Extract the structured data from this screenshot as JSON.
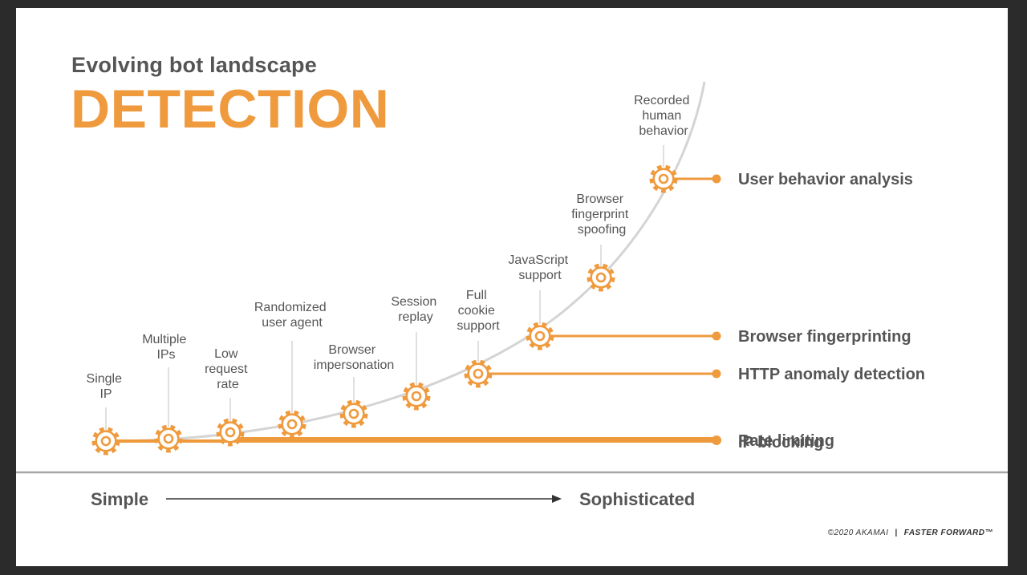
{
  "header": {
    "subtitle": "Evolving bot landscape",
    "title": "DETECTION"
  },
  "stages": [
    {
      "lines": [
        "Single",
        "IP"
      ]
    },
    {
      "lines": [
        "Multiple",
        "IPs"
      ]
    },
    {
      "lines": [
        "Low",
        "request",
        "rate"
      ]
    },
    {
      "lines": [
        "Randomized",
        "user agent"
      ]
    },
    {
      "lines": [
        "Browser",
        "impersonation"
      ]
    },
    {
      "lines": [
        "Session",
        "replay"
      ]
    },
    {
      "lines": [
        "Full",
        "cookie",
        "support"
      ]
    },
    {
      "lines": [
        "JavaScript",
        "support"
      ]
    },
    {
      "lines": [
        "Browser",
        "fingerprint",
        "spoofing"
      ]
    },
    {
      "lines": [
        "Recorded",
        "human",
        "behavior"
      ]
    }
  ],
  "methods": {
    "ip_blocking": "IP blocking",
    "rate_limiting": "Rate limiting",
    "http_anomaly": "HTTP anomaly detection",
    "browser_fingerprinting": "Browser fingerprinting",
    "user_behavior": "User behavior analysis"
  },
  "axis": {
    "left": "Simple",
    "right": "Sophisticated"
  },
  "footer": {
    "copyright": "©2020 AKAMAI",
    "separator": "|",
    "tagline": "FASTER FORWARD™"
  },
  "colors": {
    "accent": "#ef9a3d",
    "text": "#555555",
    "curve": "#d4d4d4",
    "divider": "#a6a6a6"
  }
}
